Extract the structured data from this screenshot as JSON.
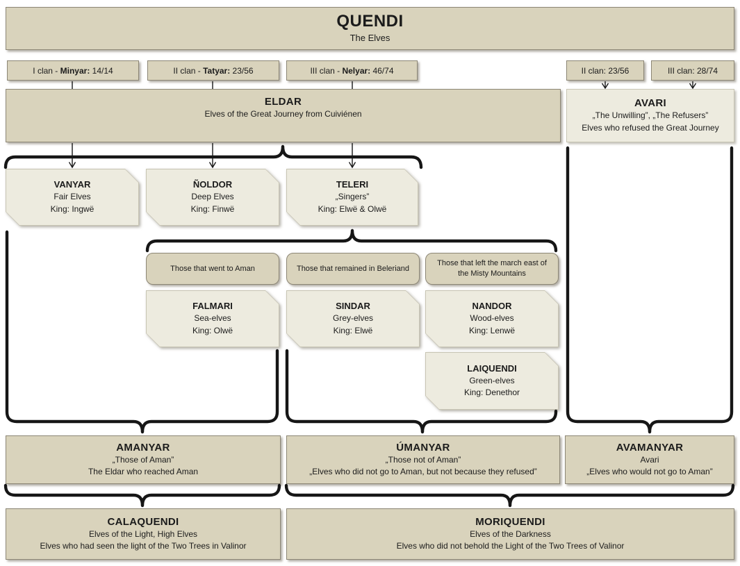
{
  "header": {
    "title": "QUENDI",
    "subtitle": "The Elves"
  },
  "clans_left": [
    {
      "prefix": "I clan - ",
      "name": "Minyar:",
      "count": " 14/14"
    },
    {
      "prefix": "II clan - ",
      "name": "Tatyar:",
      "count": " 23/56"
    },
    {
      "prefix": "III clan - ",
      "name": "Nelyar:",
      "count": " 46/74"
    }
  ],
  "clans_right": [
    {
      "label": "II clan: 23/56"
    },
    {
      "label": "III clan: 28/74"
    }
  ],
  "eldar": {
    "title": "ELDAR",
    "desc": "Elves of the Great Journey from Cuiviénen"
  },
  "avari": {
    "title": "AVARI",
    "epithets": "„The Unwilling”, „The Refusers”",
    "desc": "Elves who refused the Great Journey"
  },
  "kindreds": {
    "vanyar": {
      "title": "VANYAR",
      "line1": "Fair Elves",
      "line2": "King: Ingwë"
    },
    "noldor": {
      "title": "ÑOLDOR",
      "line1": "Deep Elves",
      "line2": "King: Finwë"
    },
    "teleri": {
      "title": "TELERI",
      "line1": "„Singers”",
      "line2": "King: Elwë & Olwë"
    }
  },
  "teleri_groups": [
    {
      "label": "Those that went to Aman"
    },
    {
      "label": "Those that remained in Beleriand"
    },
    {
      "label": "Those that left the march east of the Misty Mountains"
    }
  ],
  "teleri_kindreds": {
    "falmari": {
      "title": "FALMARI",
      "line1": "Sea-elves",
      "line2": "King: Olwë"
    },
    "sindar": {
      "title": "SINDAR",
      "line1": "Grey-elves",
      "line2": "King: Elwë"
    },
    "nandor": {
      "title": "NANDOR",
      "line1": "Wood-elves",
      "line2": "King: Lenwë"
    },
    "laiquendi": {
      "title": "LAIQUENDI",
      "line1": "Green-elves",
      "line2": "King: Denethor"
    }
  },
  "classifications": {
    "amanyar": {
      "title": "AMANYAR",
      "line1": "„Those of Aman”",
      "line2": "The Eldar who reached Aman"
    },
    "umanyar": {
      "title": "ÚMANYAR",
      "line1": "„Those not of Aman”",
      "line2": "„Elves who did not go to Aman, but not because they refused”"
    },
    "avamanyar": {
      "title": "AVAMANYAR",
      "line1": "Avari",
      "line2": "„Elves who would not go to Aman”"
    },
    "calaquendi": {
      "title": "CALAQUENDI",
      "line1": "Elves of the Light, High Elves",
      "line2": "Elves who had seen the light of the Two Trees in Valinor"
    },
    "moriquendi": {
      "title": "MORIQUENDI",
      "line1": "Elves of the Darkness",
      "line2": "Elves who did not behold the Light of the Two Trees of Valinor"
    }
  },
  "colors": {
    "panel_fill": "#d9d3bc",
    "panel_border": "#8c8675",
    "leaf_fill": "#edebdf",
    "leaf_border": "#c8c5b4",
    "line": "#161616",
    "background": "#ffffff"
  }
}
